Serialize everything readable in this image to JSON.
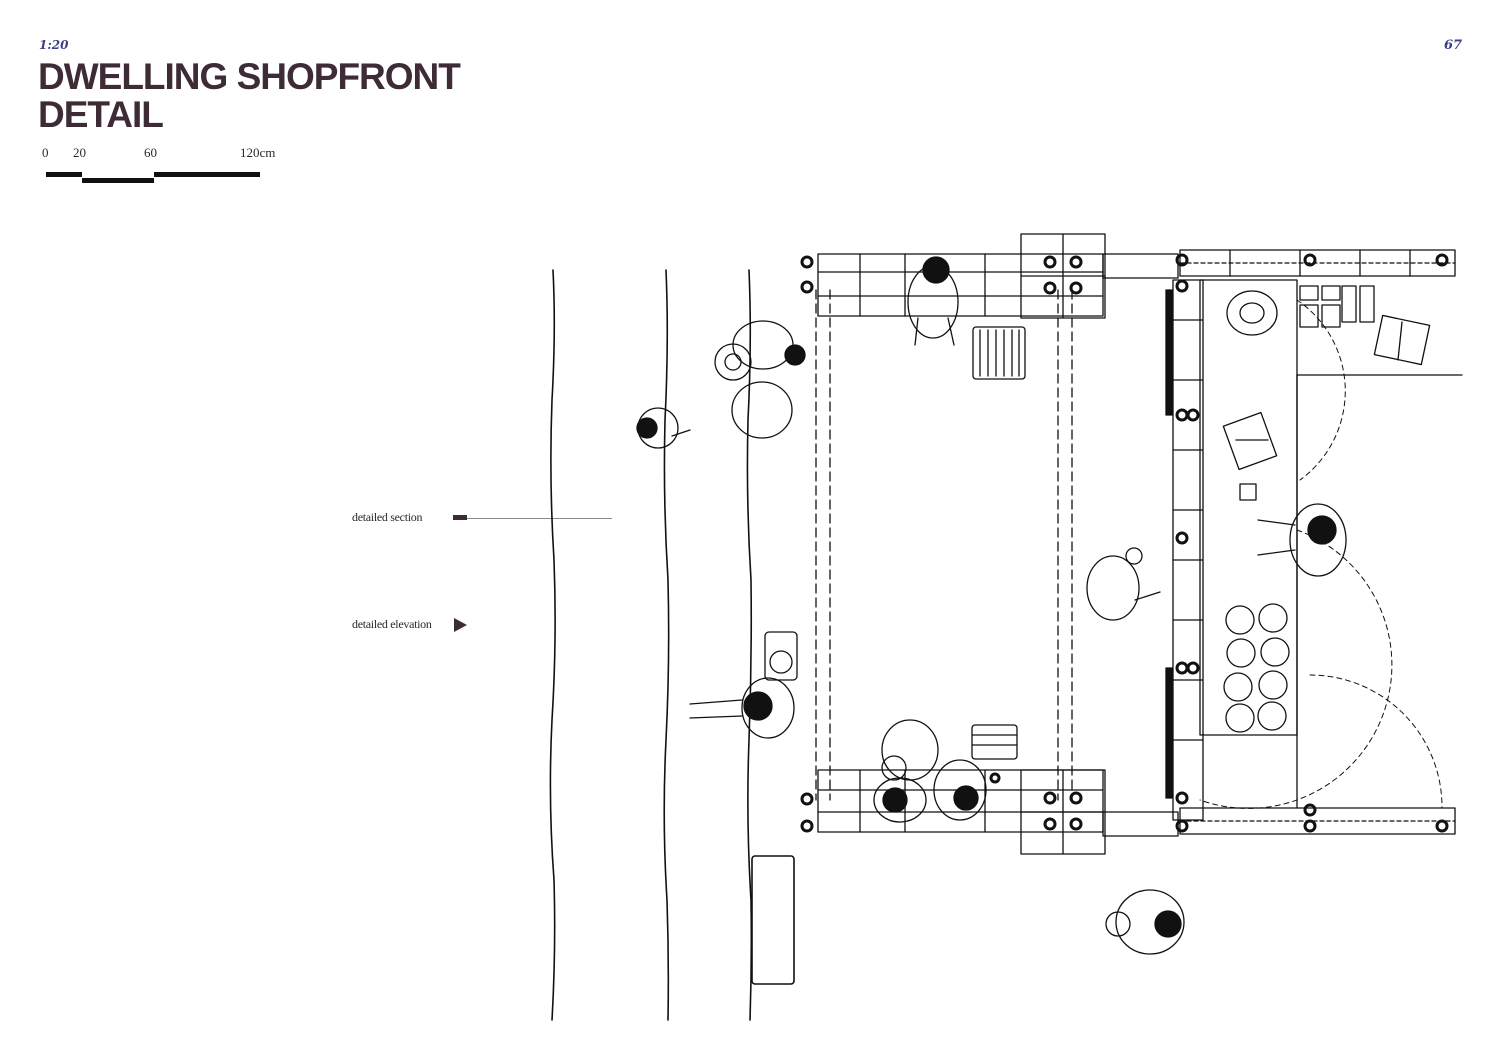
{
  "header": {
    "scale_ratio": "1:20",
    "page_number": "67",
    "title_line1": "DWELLING SHOPFRONT",
    "title_line2": "DETAIL"
  },
  "scale_bar": {
    "labels": [
      "0",
      "20",
      "60",
      "120cm"
    ]
  },
  "legend": {
    "section_label": "detailed section",
    "elevation_label": "detailed elevation"
  },
  "colors": {
    "title": "#3d2b35",
    "accent_italic": "#3b3f85",
    "ink": "#111111"
  }
}
